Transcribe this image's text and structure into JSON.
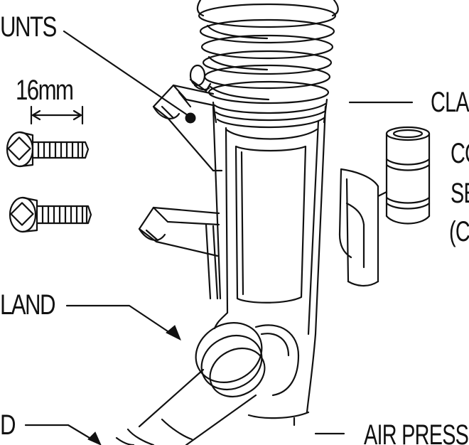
{
  "labels": {
    "mounts": "UNTS",
    "dimension": "16mm",
    "clamp": "CLA",
    "line1": "CO",
    "line2": "SE",
    "line3": "(C",
    "gland": "LAND",
    "bottom_left": "D",
    "air_pressure": "AIR PRESS"
  },
  "colors": {
    "ink": "#111111",
    "paper": "#ffffff"
  }
}
